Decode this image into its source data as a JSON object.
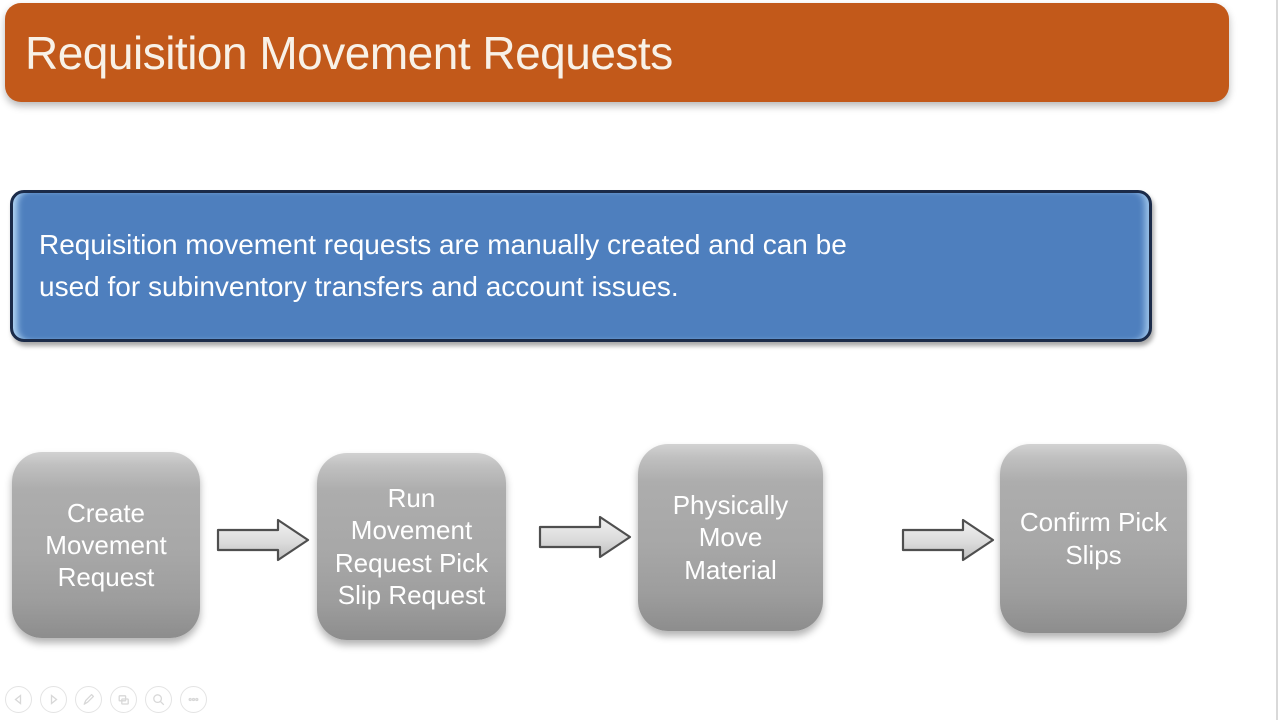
{
  "slide": {
    "title": "Requisition Movement Requests",
    "callout_text": "Requisition movement requests are manually created and can be\nused for subinventory transfers and account issues.",
    "flow_steps": [
      {
        "label": "Create\nMovement\nRequest"
      },
      {
        "label": "Run\nMovement\nRequest Pick\nSlip Request"
      },
      {
        "label": "Physically\nMove\nMaterial"
      },
      {
        "label": "Confirm Pick\nSlips"
      }
    ],
    "colors": {
      "title_bar_bg": "#C2591A",
      "title_text": "#F8F1E7",
      "callout_bg": "#4E7FBE",
      "callout_border": "#1B2B49",
      "step_box_bg": "#A7A7A7",
      "step_text": "#FFFFFF",
      "arrow_fill_top": "#F2F2F2",
      "arrow_fill_bottom": "#BFBFBF",
      "arrow_outline": "#4F4F4F"
    }
  },
  "presenter_controls": [
    {
      "name": "previous-slide",
      "icon": "chevron-left-icon"
    },
    {
      "name": "next-slide",
      "icon": "chevron-right-icon"
    },
    {
      "name": "pen-tools",
      "icon": "pen-icon"
    },
    {
      "name": "see-all-slides",
      "icon": "all-slides-icon"
    },
    {
      "name": "zoom-into-slide",
      "icon": "magnifier-icon"
    },
    {
      "name": "more-options",
      "icon": "ellipsis-icon"
    }
  ]
}
